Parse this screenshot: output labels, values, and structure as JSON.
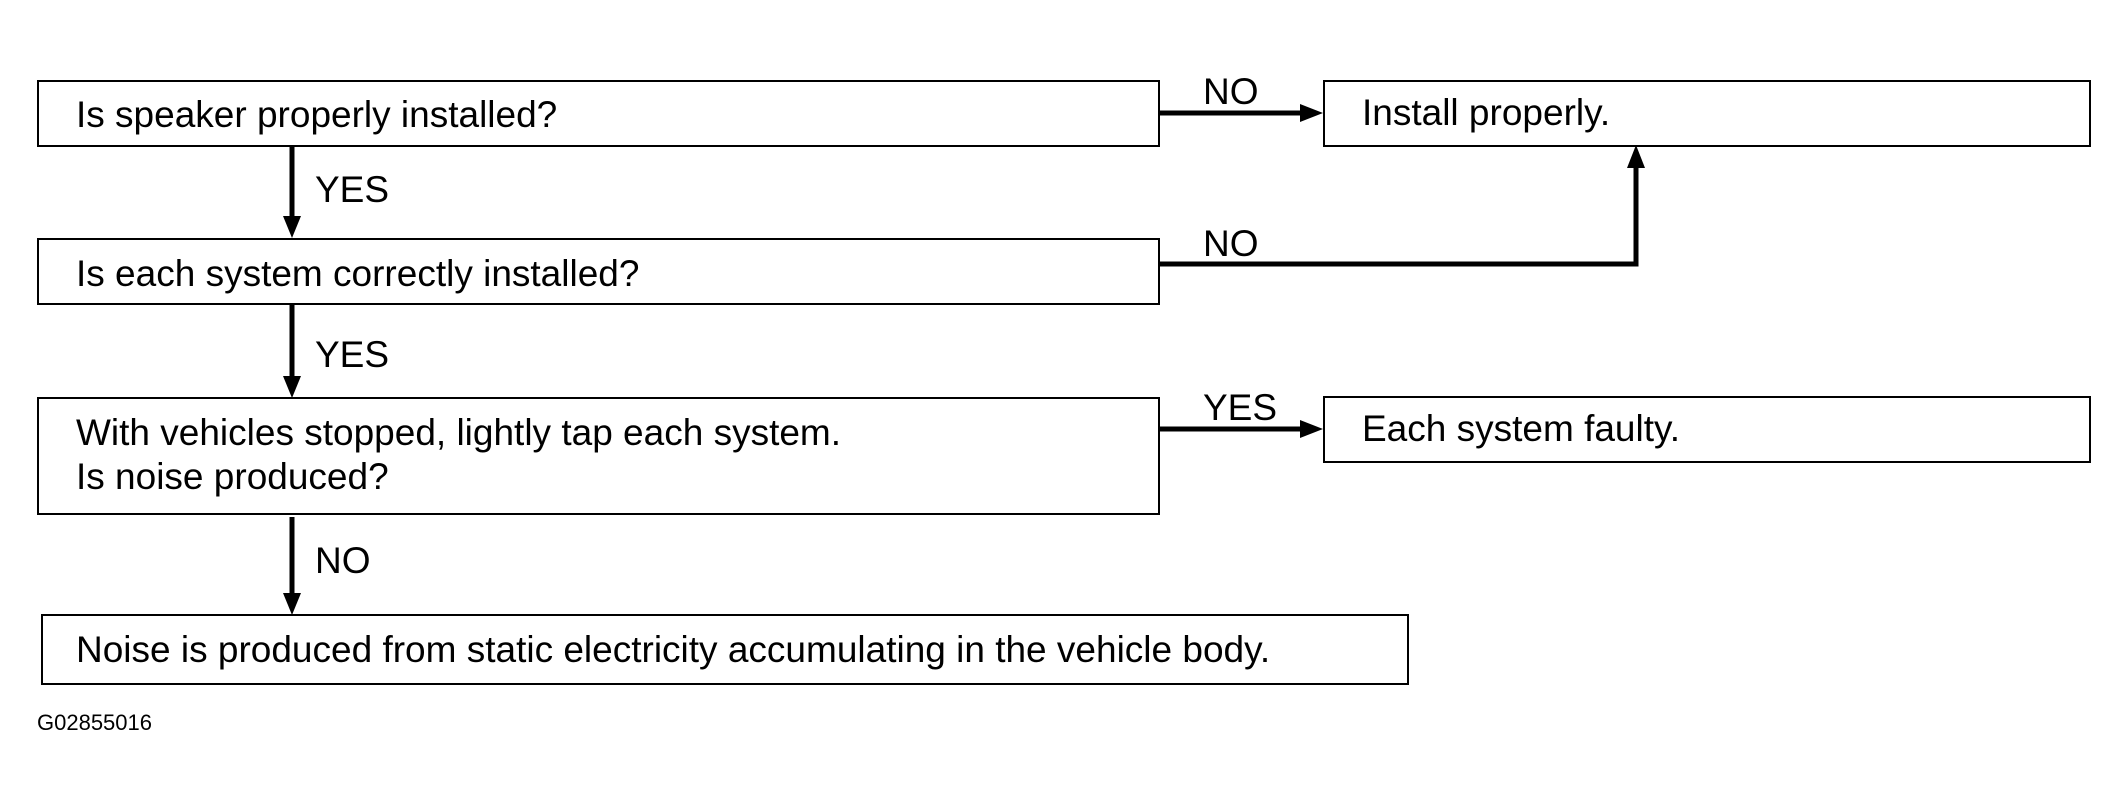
{
  "flowchart": {
    "q1": "Is speaker properly installed?",
    "q2": "Is each system correctly installed?",
    "q3": {
      "line1": "With vehicles stopped, lightly tap each system.",
      "line2": "Is noise produced?"
    },
    "result_install": "Install properly.",
    "result_faulty": "Each system faulty.",
    "result_static": "Noise is produced from static electricity accumulating in the vehicle body."
  },
  "labels": {
    "q1_no": "NO",
    "q1_yes": "YES",
    "q2_no": "NO",
    "q2_yes": "YES",
    "q3_yes": "YES",
    "q3_no": "NO"
  },
  "figure_code": "G02855016"
}
